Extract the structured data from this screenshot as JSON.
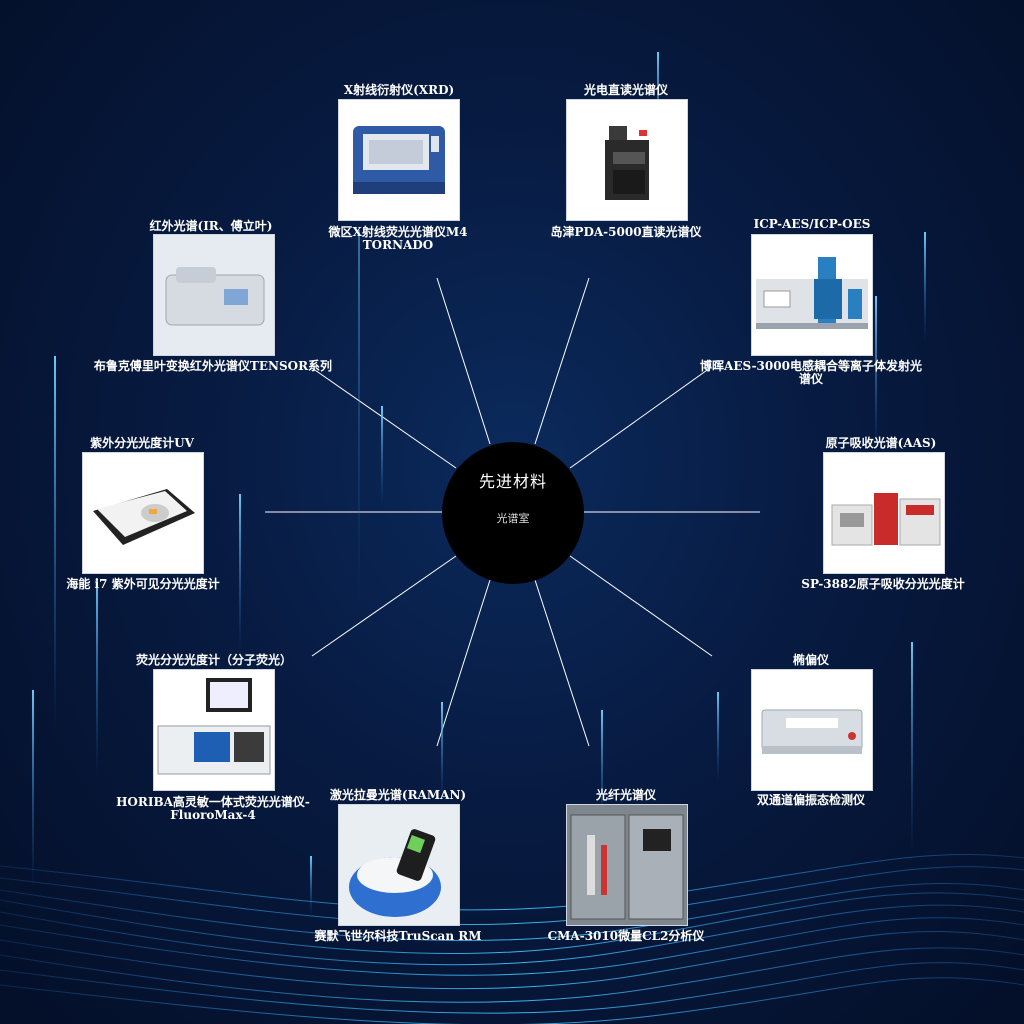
{
  "hub": {
    "title": "先进材料",
    "subtitle": "光谱室"
  },
  "colors": {
    "background": "#071a40",
    "hub": "#000000",
    "line": "#ffffff",
    "glow": "#39b6ff"
  },
  "instruments": [
    {
      "category": "X射线衍射仪(XRD)",
      "name": "微区X射线荧光光谱仪M4 TORNADO",
      "icon": "xrd-instrument-icon"
    },
    {
      "category": "光电直读光谱仪",
      "name": "岛津PDA-5000直读光谱仪",
      "icon": "spark-spectrometer-icon"
    },
    {
      "category": "ICP-AES/ICP-OES",
      "name": "博晖AES-3000电感耦合等离子体发射光谱仪",
      "icon": "icp-instrument-icon"
    },
    {
      "category": "原子吸收光谱(AAS)",
      "name": "SP-3882原子吸收分光光度计",
      "icon": "aas-instrument-icon"
    },
    {
      "category": "椭偏仪",
      "name": "双通道偏振态检测仪",
      "icon": "ellipsometer-icon"
    },
    {
      "category": "光纤光谱仪",
      "name": "CMA-3010微量CL2分析仪",
      "icon": "fiber-spectrometer-icon"
    },
    {
      "category": "激光拉曼光谱(RAMAN)",
      "name": "赛默飞世尔科技TruScan RM",
      "icon": "raman-handheld-icon"
    },
    {
      "category": "荧光分光光度计（分子荧光）",
      "name": "HORIBA高灵敏一体式荧光光谱仪-FluoroMax-4",
      "icon": "fluorometer-icon"
    },
    {
      "category": "紫外分光光度计UV",
      "name": "海能 i7 紫外可见分光光度计",
      "icon": "uv-vis-icon"
    },
    {
      "category": "红外光谱(IR、傅立叶)",
      "name": "布鲁克傅里叶变换红外光谱仪TENSOR系列",
      "icon": "ftir-instrument-icon"
    }
  ]
}
